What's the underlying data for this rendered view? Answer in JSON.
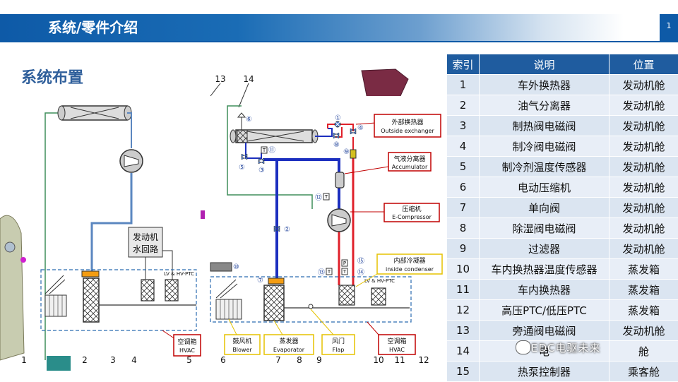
{
  "header": {
    "title": "系统/零件介绍",
    "page_number": "1"
  },
  "section_title": "系统布置",
  "diagram": {
    "top_numbers": [
      "13",
      "14"
    ],
    "bottom_numbers": [
      "1",
      "2",
      "3",
      "4",
      "5",
      "6",
      "7",
      "8",
      "9",
      "10",
      "11",
      "12"
    ],
    "left_labels": {
      "engine_loop": "发动机\n水回路",
      "ptc_small": "LV & HV-PTC",
      "hvac": "空调箱\nHVAC"
    },
    "right_labels": {
      "outside_exchanger": "外部换热器\nOutside exchanger",
      "accumulator": "气液分离器\nAccumulator",
      "compressor": "压缩机\nE-Compressor",
      "inside_condenser": "内部冷凝器\ninside condenser",
      "blower": "鼓风机\nBlower",
      "evaporator": "蒸发器\nEvaporator",
      "flap": "风门\nFlap",
      "hvac": "空调箱\nHVAC",
      "ptc": "LV & HV-PTC"
    },
    "circled_numbers": [
      "①",
      "②",
      "③",
      "④",
      "⑤",
      "⑥",
      "⑦",
      "⑧",
      "⑨",
      "⑩",
      "⑪",
      "⑫",
      "⑬",
      "⑭",
      "⑮"
    ],
    "sensor_letters": {
      "t": "T",
      "p": "P"
    }
  },
  "table": {
    "headers": [
      "索引",
      "说明",
      "位置"
    ],
    "rows": [
      {
        "index": "1",
        "desc": "车外换热器",
        "loc": "发动机舱"
      },
      {
        "index": "2",
        "desc": "油气分离器",
        "loc": "发动机舱"
      },
      {
        "index": "3",
        "desc": "制热阀电磁阀",
        "loc": "发动机舱"
      },
      {
        "index": "4",
        "desc": "制冷阀电磁阀",
        "loc": "发动机舱"
      },
      {
        "index": "5",
        "desc": "制冷剂温度传感器",
        "loc": "发动机舱"
      },
      {
        "index": "6",
        "desc": "电动压缩机",
        "loc": "发动机舱"
      },
      {
        "index": "7",
        "desc": "单向阀",
        "loc": "发动机舱"
      },
      {
        "index": "8",
        "desc": "除湿阀电磁阀",
        "loc": "发动机舱"
      },
      {
        "index": "9",
        "desc": "过滤器",
        "loc": "发动机舱"
      },
      {
        "index": "10",
        "desc": "车内换热器温度传感器",
        "loc": "蒸发箱"
      },
      {
        "index": "11",
        "desc": "车内换热器",
        "loc": "蒸发箱"
      },
      {
        "index": "12",
        "desc": "高压PTC/低压PTC",
        "loc": "蒸发箱"
      },
      {
        "index": "13",
        "desc": "旁通阀电磁阀",
        "loc": "发动机舱"
      },
      {
        "index": "14",
        "desc": "电",
        "loc": "舱"
      },
      {
        "index": "15",
        "desc": "热泵控制器",
        "loc": "乘客舱"
      }
    ]
  },
  "watermark": "EDC电驱未来",
  "colors": {
    "banner": "#0e5aa7",
    "refrigerant_blue": "#1c2fbf",
    "refrigerant_red": "#e0202a",
    "coolant_green": "#3e8e5a",
    "table_header": "#1f5c9f",
    "table_row": "#dbe5f1",
    "label_border": "#c00000",
    "label_border_yellow": "#e5c200"
  }
}
